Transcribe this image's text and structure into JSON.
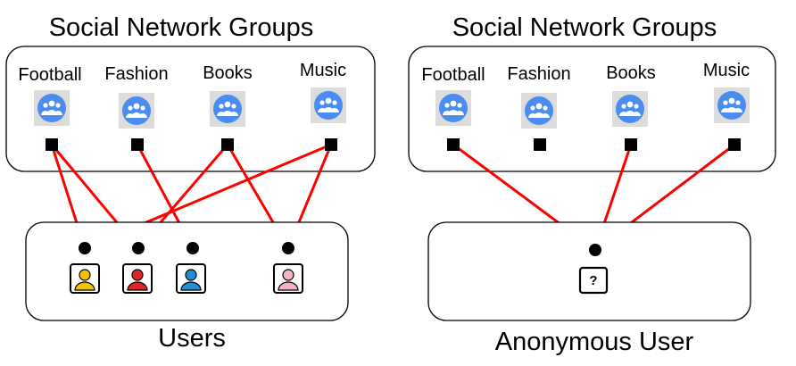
{
  "left_panel": {
    "title": "Social Network Groups",
    "groups": [
      {
        "label": "Football"
      },
      {
        "label": "Fashion"
      },
      {
        "label": "Books"
      },
      {
        "label": "Music"
      }
    ],
    "bottom_label": "Users",
    "users": [
      {
        "name": "user-yellow",
        "color": "#f5c200"
      },
      {
        "name": "user-red",
        "color": "#e0242c"
      },
      {
        "name": "user-blue",
        "color": "#1e90d8"
      },
      {
        "name": "user-pink",
        "color": "#f4b3c2"
      }
    ]
  },
  "right_panel": {
    "title": "Social Network Groups",
    "groups": [
      {
        "label": "Football"
      },
      {
        "label": "Fashion"
      },
      {
        "label": "Books"
      },
      {
        "label": "Music"
      }
    ],
    "bottom_label": "Anonymous User",
    "anonymous_symbol": "?"
  },
  "colors": {
    "edge": "#ff0000",
    "group_icon": "#4a8cf0",
    "icon_tile": "#dcdcdc"
  },
  "icons": {
    "group": "people-group-icon",
    "user": "user-avatar-icon"
  }
}
